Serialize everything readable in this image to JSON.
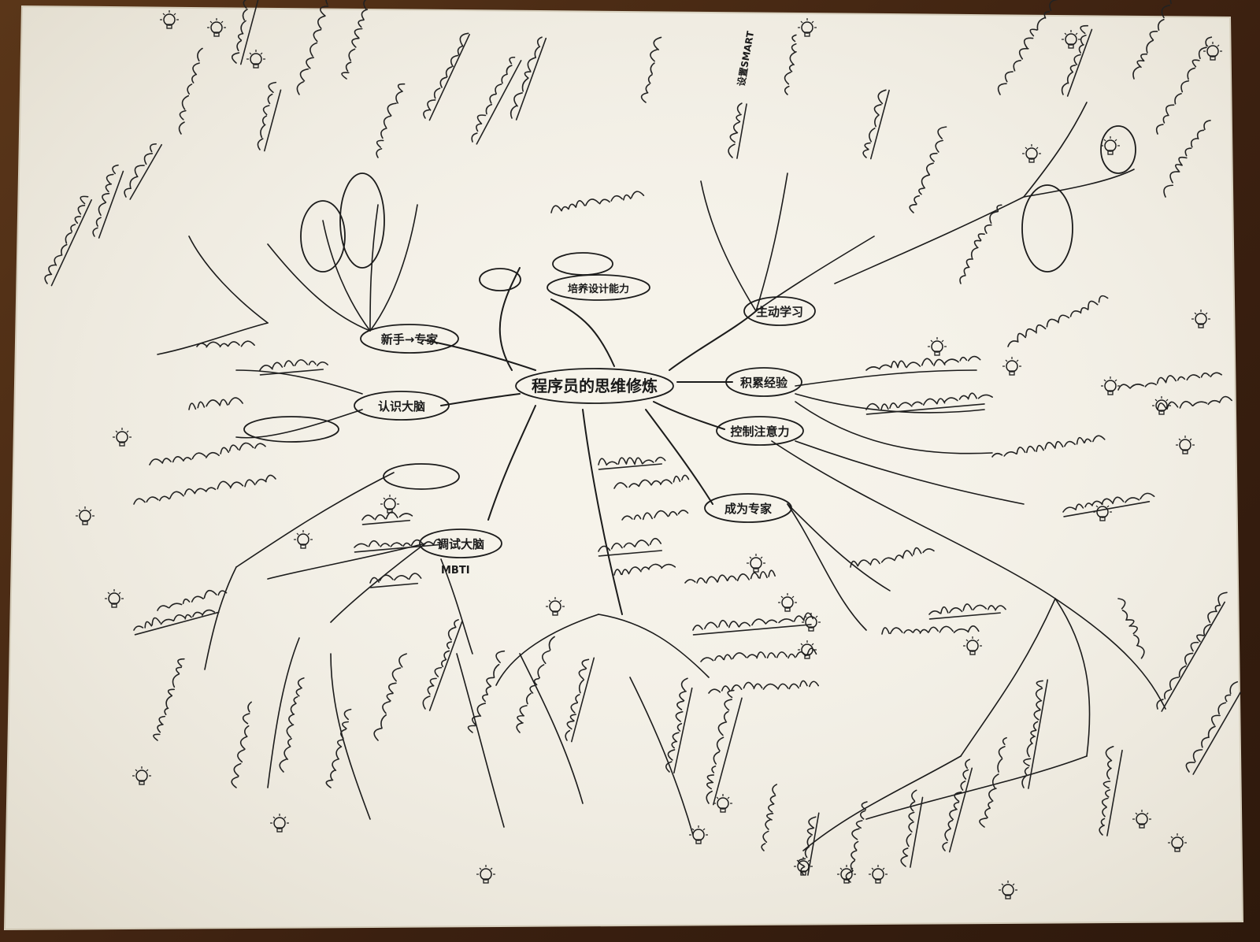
{
  "mindmap": {
    "central_topic": "程序员的思维修炼",
    "branches": [
      {
        "label": "新手→专家"
      },
      {
        "label": "认识大脑"
      },
      {
        "label": "调试大脑"
      },
      {
        "label": "主动学习"
      },
      {
        "label": "积累经验"
      },
      {
        "label": "控制注意力"
      },
      {
        "label": "成为专家"
      },
      {
        "label": "培养设计能力"
      }
    ],
    "sub_labels": {
      "smart": "设置SMART",
      "mbti": "MBTI"
    }
  },
  "colors": {
    "paper": "#f6f3ea",
    "ink": "#1b1b1b",
    "table": "#4a2b16"
  }
}
